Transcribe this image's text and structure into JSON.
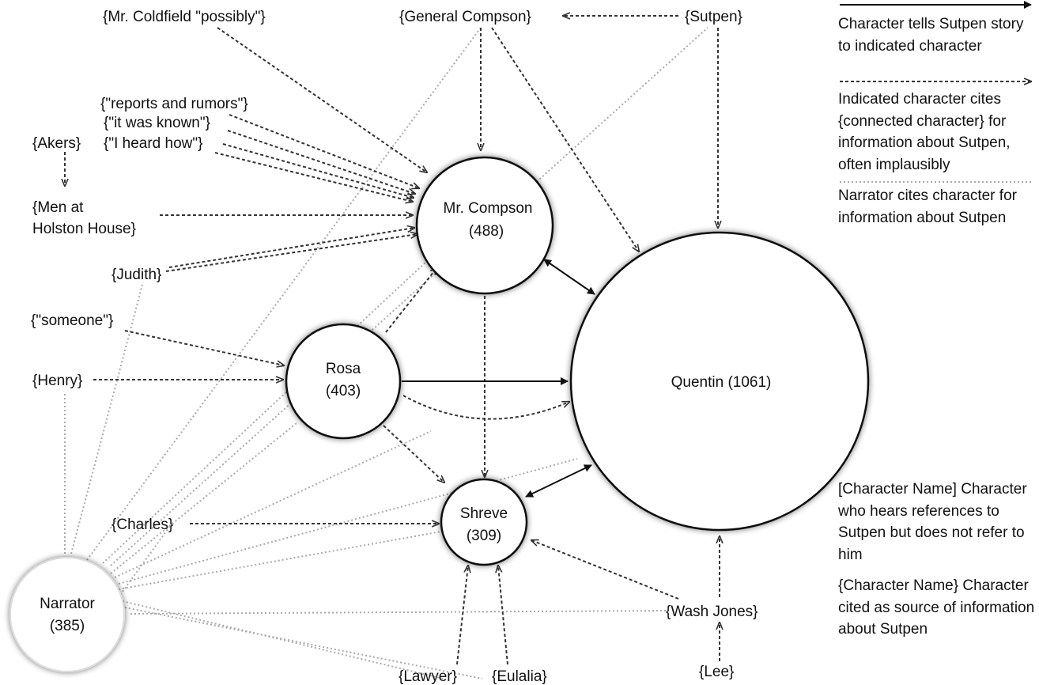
{
  "nodes": {
    "mr_compson": {
      "name": "Mr. Compson",
      "count": "(488)"
    },
    "rosa": {
      "name": "Rosa",
      "count": "(403)"
    },
    "quentin": {
      "name": "Quentin (1061)"
    },
    "shreve": {
      "name": "Shreve",
      "count": "(309)"
    },
    "narrator": {
      "name": "Narrator",
      "count": "(385)"
    }
  },
  "sources": {
    "mr_coldfield": "{Mr. Coldfield \"possibly\"}",
    "general_compson": "{General Compson}",
    "sutpen": "{Sutpen}",
    "reports": "{\"reports and rumors\"}",
    "known": "{\"it was known\"}",
    "heard": "{\"I heard how\"}",
    "akers": "{Akers}",
    "men_line1": "{Men at",
    "men_line2": "Holston House}",
    "judith": "{Judith}",
    "someone": "{\"someone\"}",
    "henry": "{Henry}",
    "charles": "{Charles}",
    "wash_jones": "{Wash Jones}",
    "lee": "{Lee}",
    "lawyer": "{Lawyer}",
    "eulalia": "{Eulalia}"
  },
  "legend": {
    "solid": "Character tells Sutpen story to indicated character",
    "dashed": "Indicated character cites {connected character} for information about Sutpen, often implausibly",
    "dotted": "Narrator cites character for information about Sutpen",
    "bracket": "[Character Name] Character who hears references to Sutpen but does not refer to him",
    "brace": "{Character Name} Character cited as source of information about Sutpen"
  }
}
